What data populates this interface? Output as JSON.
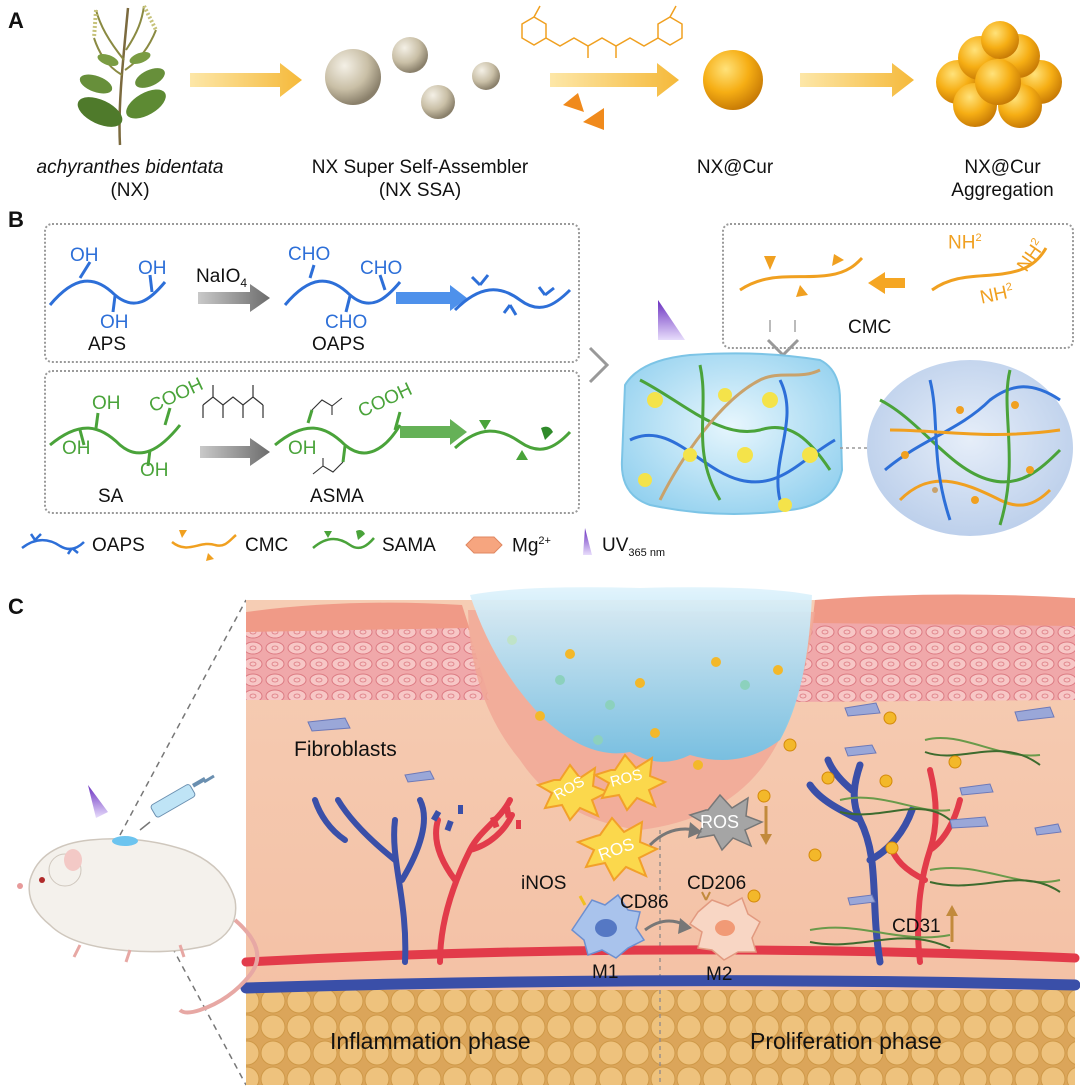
{
  "panels": {
    "a": "A",
    "b": "B",
    "c": "C"
  },
  "row_a": {
    "nx_name": "achyranthes bidentata",
    "nx_abbr": "(NX)",
    "ssa_name": "NX Super Self-Assembler",
    "ssa_abbr": "(NX SSA)",
    "nxcur": "NX@Cur",
    "agg_1": "NX@Cur",
    "agg_2": "Aggregation"
  },
  "row_b": {
    "reagent_main": "NaIO",
    "reagent_sub": "4",
    "aps_oh1": "OH",
    "aps_oh2": "OH",
    "aps_oh3": "OH",
    "aps": "APS",
    "oaps_cho1": "CHO",
    "oaps_cho2": "CHO",
    "oaps_cho3": "CHO",
    "oaps": "OAPS",
    "sa_oh1": "OH",
    "sa_oh2": "OH",
    "sa_oh3": "OH",
    "sa_cooh": "COOH",
    "sa": "SA",
    "asma_cooh": "COOH",
    "asma_oh": "OH",
    "asma": "ASMA",
    "cmc_nh1": "NH",
    "cmc_nh2": "NH",
    "cmc_nh3": "NH",
    "nh_sup": "2",
    "cmc": "CMC"
  },
  "legend": {
    "oaps": "OAPS",
    "cmc": "CMC",
    "sama": "SAMA",
    "mg": "Mg",
    "mg_sup": "2+",
    "uv": "UV",
    "uv_sub": "365 nm"
  },
  "row_c": {
    "fibroblasts": "Fibroblasts",
    "ros": "ROS",
    "inos": "iNOS",
    "cd86": "CD86",
    "cd206": "CD206",
    "m1": "M1",
    "m2": "M2",
    "cd31": "CD31",
    "inflammation": "Inflammation phase",
    "proliferation": "Proliferation phase"
  },
  "colors": {
    "oaps_blue": "#2d6fd8",
    "sama_green": "#4aa33a",
    "cmc_orange": "#f0a020",
    "skin": "#f5c4a8",
    "fat": "#e9bf73",
    "artery": "#e23b4a",
    "vein": "#3a4fa8",
    "hydrogel": "#a9dcf3"
  }
}
